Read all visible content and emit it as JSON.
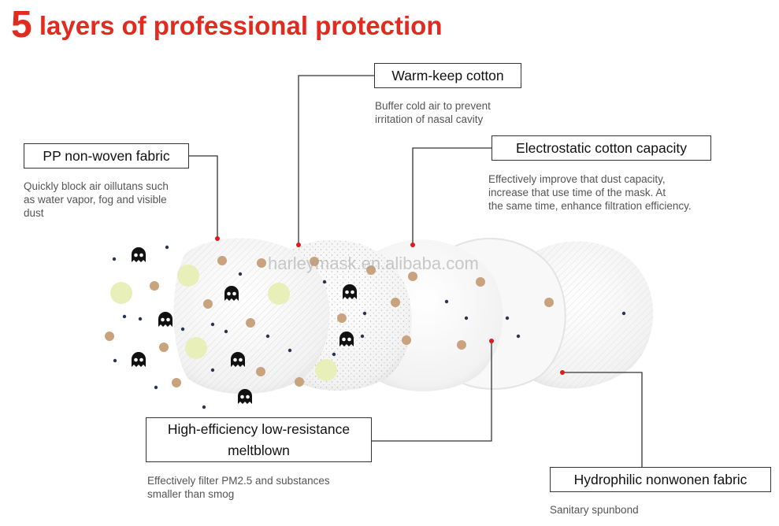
{
  "title": {
    "number": "5",
    "rest": " layers of professional protection"
  },
  "watermark": "harleymask.en.alibaba.com",
  "layers": [
    {
      "name": "Warm-keep cotton",
      "description": "Buffer cold air to prevent\nirritation of nasal cavity"
    },
    {
      "name": "PP non-woven fabric",
      "description": "Quickly block air oillutans such\nas water vapor, fog and visible\ndust"
    },
    {
      "name": "Electrostatic cotton capacity",
      "description": "Effectively improve that dust capacity,\nincrease that use time of the mask. At\nthe same time, enhance filtration efficiency."
    },
    {
      "name": "High-efficiency low-resistance\nmeltblown",
      "description": "Effectively filter PM2.5 and substances\nsmaller than smog"
    },
    {
      "name": "Hydrophilic nonwonen fabric",
      "description": "Sanitary spunbond"
    }
  ],
  "colors": {
    "title": "#e22a1f",
    "leader_dot": "#e01a1a",
    "pollen": "#e8efb8",
    "dust": "#c9a27e",
    "particle": "#2b3550"
  },
  "icons": [
    "germ-icon"
  ]
}
